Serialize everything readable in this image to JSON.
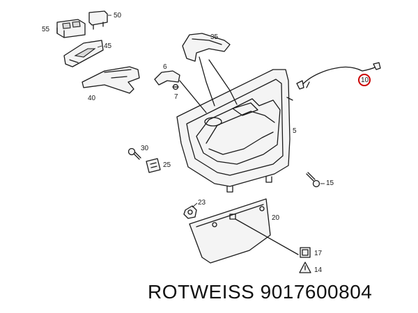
{
  "callouts": {
    "p55": "55",
    "p50": "50",
    "p45": "45",
    "p40": "40",
    "p35": "35",
    "p6": "6",
    "p7": "7",
    "p10": "10",
    "p5": "5",
    "p30": "30",
    "p25": "25",
    "p15": "15",
    "p23": "23",
    "p20": "20",
    "p17": "17",
    "p14": "14"
  },
  "highlight_color": "#cc0000",
  "footer": {
    "brand": "ROTWEISS",
    "part_number": "9017600804"
  }
}
